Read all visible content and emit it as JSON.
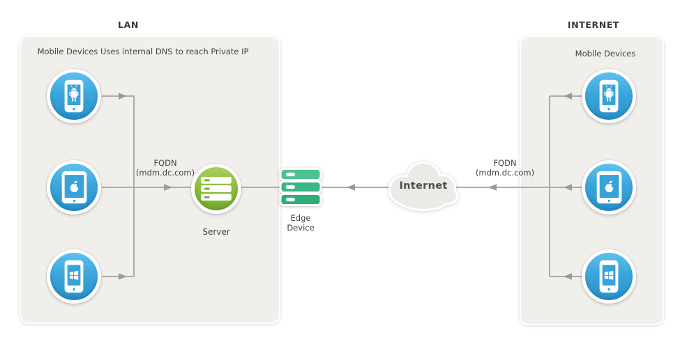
{
  "lan": {
    "title": "LAN",
    "caption": "Mobile Devices Uses internal DNS to reach Private IP",
    "devices": [
      {
        "icon": "android-phone-icon",
        "platform": "Android"
      },
      {
        "icon": "apple-tablet-icon",
        "platform": "Apple"
      },
      {
        "icon": "windows-phone-icon",
        "platform": "Windows"
      }
    ],
    "fqdn": {
      "line1": "FQDN",
      "line2": "(mdm.dc.com)"
    },
    "server_label": "Server"
  },
  "edge_device": {
    "icon": "edge-device-stack-icon",
    "label_line1": "Edge",
    "label_line2": "Device"
  },
  "cloud": {
    "icon": "cloud-icon",
    "label": "Internet"
  },
  "internet": {
    "title": "INTERNET",
    "caption": "Mobile Devices",
    "devices": [
      {
        "icon": "android-phone-icon",
        "platform": "Android"
      },
      {
        "icon": "apple-tablet-icon",
        "platform": "Apple"
      },
      {
        "icon": "windows-phone-icon",
        "platform": "Windows"
      }
    ],
    "fqdn": {
      "line1": "FQDN",
      "line2": "(mdm.dc.com)"
    }
  },
  "colors": {
    "device_blue_top": "#5cc1ee",
    "device_blue_bottom": "#2790c8",
    "server_green_top": "#a8d058",
    "server_green_bottom": "#74aa2b",
    "edge_teal_top": "#4ec392",
    "edge_teal_mid": "#3cb687",
    "edge_teal_bottom": "#2ead7b",
    "connector_gray": "#ababab",
    "arrow_gray": "#9a9a9a",
    "panel_bg": "#f0efec",
    "cloud_bg": "#eceae4",
    "text_dark": "#414141"
  }
}
